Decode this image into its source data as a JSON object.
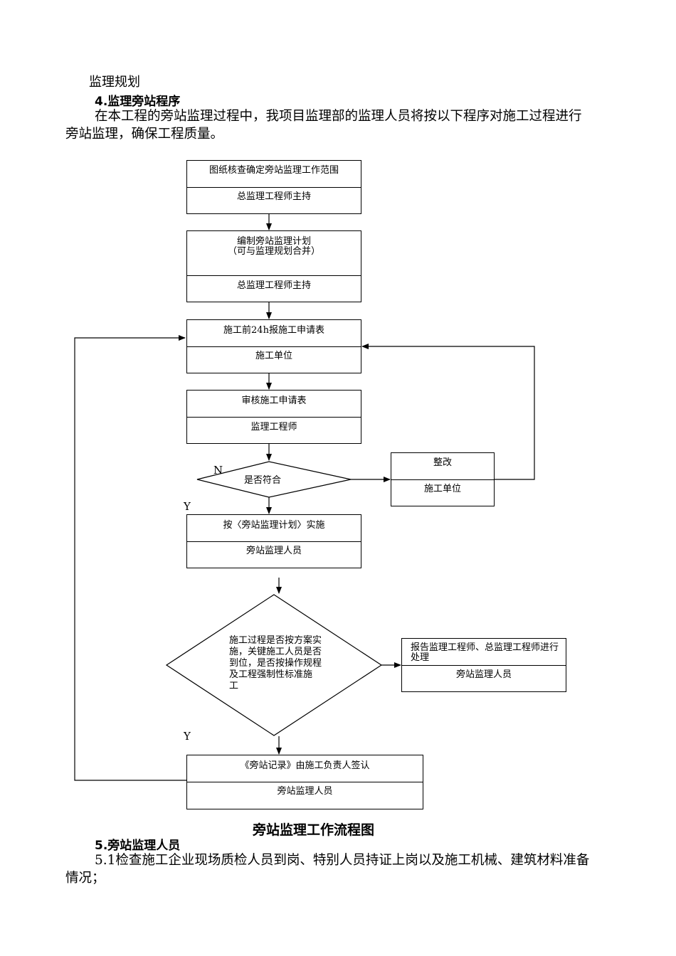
{
  "doc": {
    "header_line": "监理规划",
    "section4_title": "4.监理旁站程序",
    "intro_line1": "在本工程的旁站监理过程中，我项目监理部的监理人员将按以下程序对施工过程进行",
    "intro_line2": "旁站监理，确保工程质量。",
    "figure_caption": "旁站监理工作流程图",
    "section5_title": "5.旁站监理人员",
    "item51_line1": "5.1检查施工企业现场质检人员到岗、特别人员持证上岗以及施工机械、建筑材料准备",
    "item51_line2": "情况；"
  },
  "flow": {
    "box1_top": "图纸核查确定旁站监理工作范围",
    "box1_bottom": "总监理工程师主持",
    "box2_top_l1": "编制旁站监理计划",
    "box2_top_l2": "（可与监理规划合并）",
    "box2_bottom": "总监理工程师主持",
    "box3_top": "施工前24h报施工申请表",
    "box3_bottom": "施工单位",
    "box4_top": "审核施工申请表",
    "box4_bottom": "监理工程师",
    "diamond1": "是否符合",
    "label_n": "N",
    "label_y1": "Y",
    "box_fix_top": "整改",
    "box_fix_bottom": "施工单位",
    "box5_top": "按〈旁站监理计划〉实施",
    "box5_bottom": "旁站监理人员",
    "diamond2_l1": "施工过程是否按方案实",
    "diamond2_l2": "施，关键施工人员是否",
    "diamond2_l3": "到位，是否按操作规程",
    "diamond2_l4": "及工程强制性标准施",
    "diamond2_l5": "工",
    "box_report_top_l1": "报告监理工程师、总监理工程师进行",
    "box_report_top_l2": "处理",
    "box_report_bottom": "旁站监理人员",
    "label_y2": "Y",
    "box6_top": "《旁站记录》由施工负责人签认",
    "box6_bottom": "旁站监理人员"
  }
}
